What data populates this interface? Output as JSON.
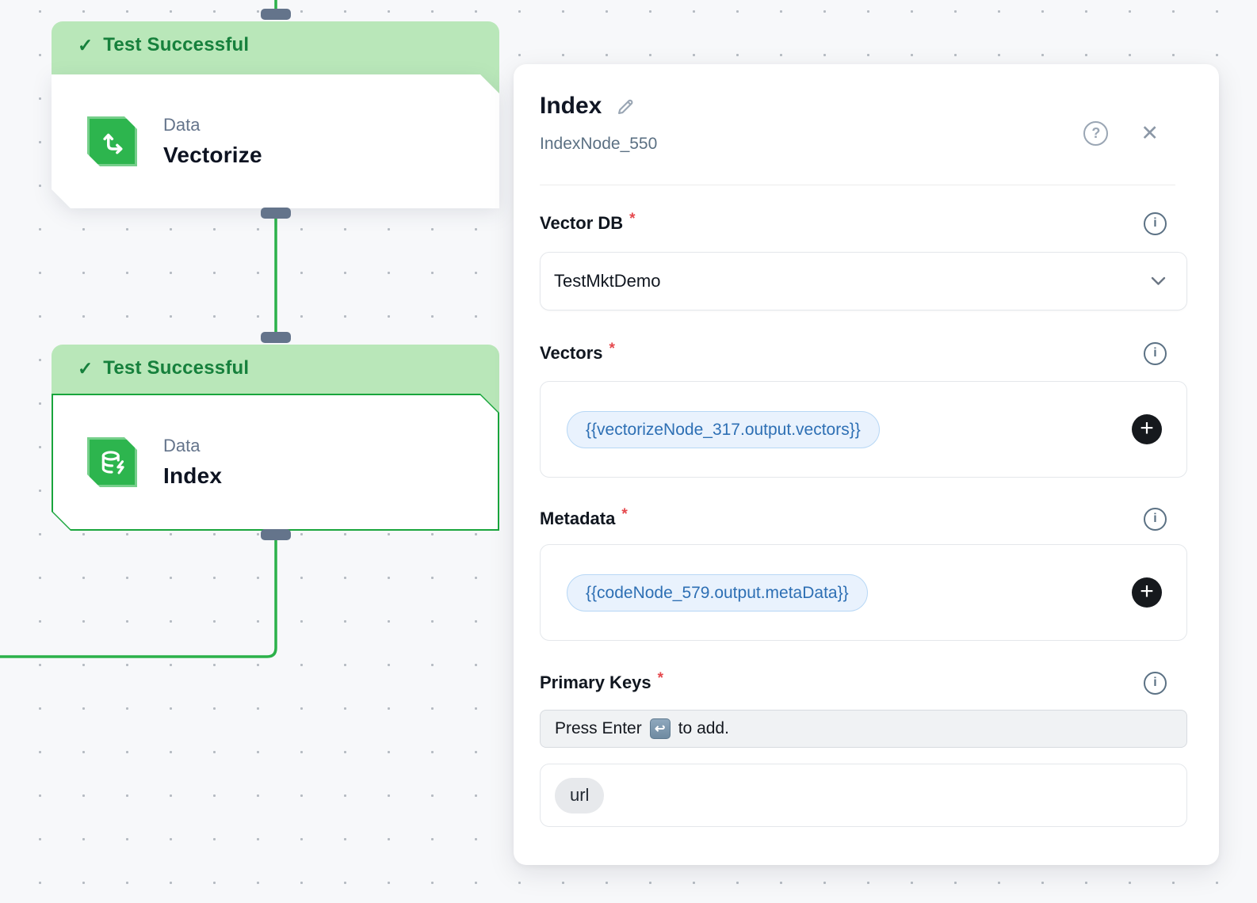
{
  "canvas": {
    "check_glyph": "✓",
    "nodes": [
      {
        "status": "Test Successful",
        "category": "Data",
        "title": "Vectorize",
        "icon": "vectorize-icon",
        "selected": false
      },
      {
        "status": "Test Successful",
        "category": "Data",
        "title": "Index",
        "icon": "database-zap-icon",
        "selected": true
      }
    ]
  },
  "panel": {
    "title": "Index",
    "subtitle": "IndexNode_550",
    "help_glyph": "?",
    "close_glyph": "✕",
    "info_glyph": "i",
    "required_marker": "*",
    "add_glyph": "+",
    "fields": {
      "vector_db": {
        "label": "Vector DB",
        "value": "TestMktDemo"
      },
      "vectors": {
        "label": "Vectors",
        "chip": "{{vectorizeNode_317.output.vectors}}"
      },
      "metadata": {
        "label": "Metadata",
        "chip": "{{codeNode_579.output.metaData}}"
      },
      "primary_keys": {
        "label": "Primary Keys",
        "placeholder_prefix": "Press Enter",
        "enter_glyph": "↩",
        "placeholder_suffix": "to add.",
        "keys": [
          "url"
        ]
      }
    }
  },
  "colors": {
    "accent_green": "#19a53c",
    "banner_green": "#b9e7b9",
    "wire_green": "#2cb14a",
    "chip_blue_text": "#2d6fb4",
    "chip_blue_bg": "#e9f2fd",
    "required_red": "#e5484d",
    "handle_slate": "#64748b"
  }
}
